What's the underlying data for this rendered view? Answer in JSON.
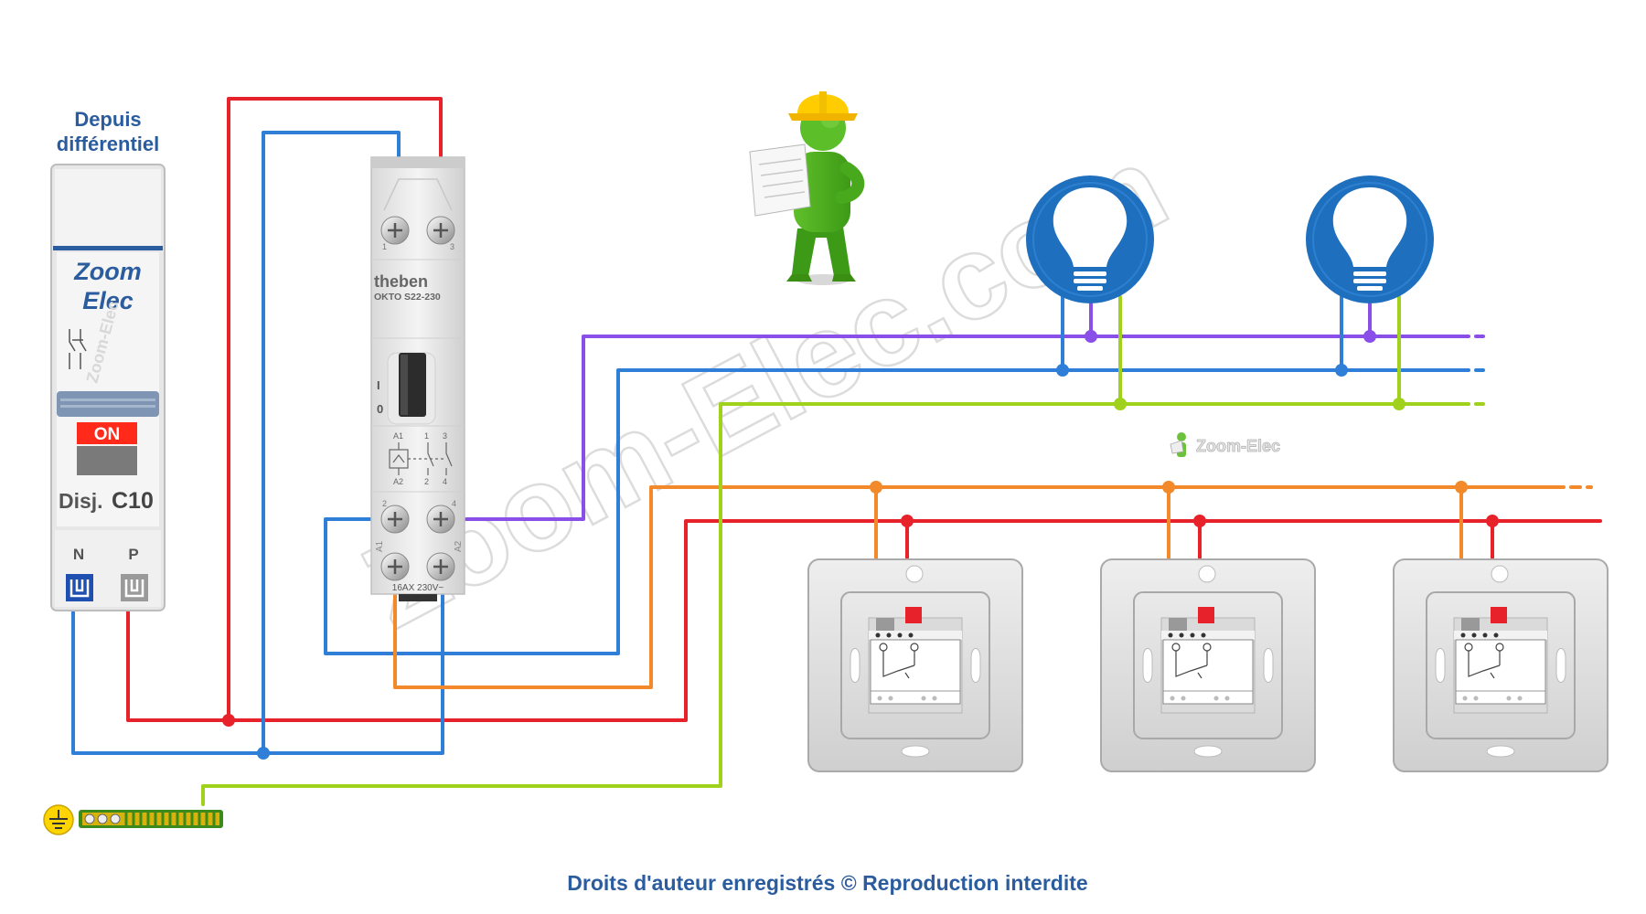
{
  "colors": {
    "phase": "#e8222a",
    "neutral": "#2f7fd8",
    "earth": "#9fd11d",
    "return": "#8a4fe8",
    "pushbutton": "#f28a2c",
    "lamp": "#1f6fbf",
    "heading": "#2a5c9e"
  },
  "source": {
    "label_line1": "Depuis",
    "label_line2": "différentiel"
  },
  "breaker": {
    "brand_line1": "Zoom",
    "brand_line2": "Elec",
    "state": "ON",
    "rating_prefix": "Disj.",
    "rating": "C10",
    "terminal_n": "N",
    "terminal_p": "P"
  },
  "relay": {
    "brand": "theben",
    "model": "OKTO S22-230",
    "switch_on": "I",
    "switch_off": "0",
    "coil_a1": "A1",
    "coil_a2": "A2",
    "contact_1": "1",
    "contact_2": "2",
    "contact_3": "3",
    "contact_4": "4",
    "bottom_2": "2",
    "bottom_4": "4",
    "bottom_a1": "A1",
    "bottom_a2": "A2",
    "top_1": "1",
    "top_3": "3",
    "rating": "16AX 230V~"
  },
  "watermark": {
    "large": "Zoom-Elec.com",
    "small": "Zoom-Elec",
    "side": "Zoom-Elec"
  },
  "footer": {
    "copyright": "Droits d'auteur enregistrés © Reproduction interdite"
  }
}
